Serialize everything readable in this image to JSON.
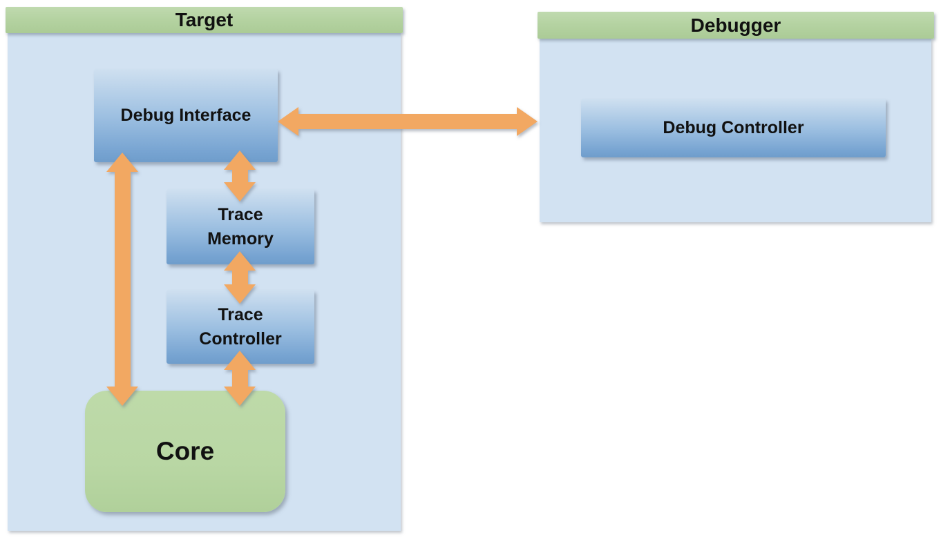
{
  "colors": {
    "arrow_orange": "#f2a862",
    "panel_blue": "#d2e2f2",
    "header_green": "#b5d3a2",
    "block_blue_top": "#cfe0f0",
    "block_blue_mid": "#9cbfe1",
    "block_blue_bottom": "#76a3d1",
    "core_green": "#b9d7a4",
    "label_color": "#111111"
  },
  "target_panel": {
    "title": "Target",
    "blocks": {
      "debug_interface": {
        "label": "Debug Interface"
      },
      "trace_memory": {
        "line1": "Trace",
        "line2": "Memory"
      },
      "trace_controller": {
        "line1": "Trace",
        "line2": "Controller"
      },
      "core": {
        "label": "Core"
      }
    }
  },
  "debugger_panel": {
    "title": "Debugger",
    "blocks": {
      "debug_controller": {
        "label": "Debug Controller"
      }
    }
  },
  "connectors": [
    {
      "from": "debug-interface",
      "to": "debug-controller",
      "style": "bidirectional-horizontal"
    },
    {
      "from": "debug-interface",
      "to": "core",
      "style": "bidirectional-vertical"
    },
    {
      "from": "debug-interface",
      "to": "trace-memory",
      "style": "bidirectional-vertical"
    },
    {
      "from": "trace-memory",
      "to": "trace-controller",
      "style": "bidirectional-vertical"
    },
    {
      "from": "trace-controller",
      "to": "core",
      "style": "bidirectional-vertical"
    }
  ]
}
